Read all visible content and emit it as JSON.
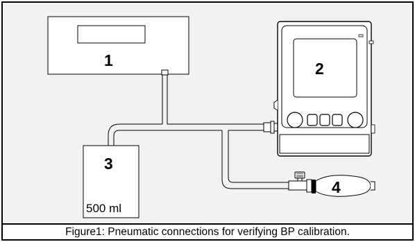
{
  "components": {
    "label_1": "1",
    "label_2": "2",
    "label_3": "3",
    "label_4": "4"
  },
  "reservoir": {
    "volume_label": "500 ml"
  },
  "caption": "Figure1: Pneumatic connections for verifying BP calibration."
}
